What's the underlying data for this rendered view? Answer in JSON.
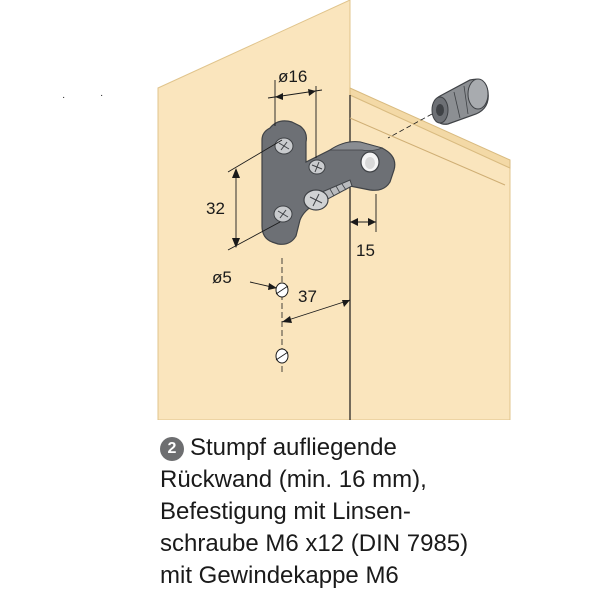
{
  "colors": {
    "panel": "#fae5bd",
    "panel_edge": "#e8c98f",
    "fitting": "#6d7075",
    "badge": "#6d6e70",
    "text": "#1a1a1a"
  },
  "dimensions": {
    "bracket_width": "ø16",
    "bracket_height": "32",
    "hole_offset": "15",
    "hole_diameter": "ø5",
    "edge_distance": "37"
  },
  "caption": {
    "step_number": "2",
    "line1": "Stumpf aufliegende",
    "line2": "Rückwand (min. 16 mm),",
    "line3": "Befestigung mit Linsen-",
    "line4": "schraube M6 x12 (DIN 7985)",
    "line5": "mit Gewindekappe M6"
  }
}
